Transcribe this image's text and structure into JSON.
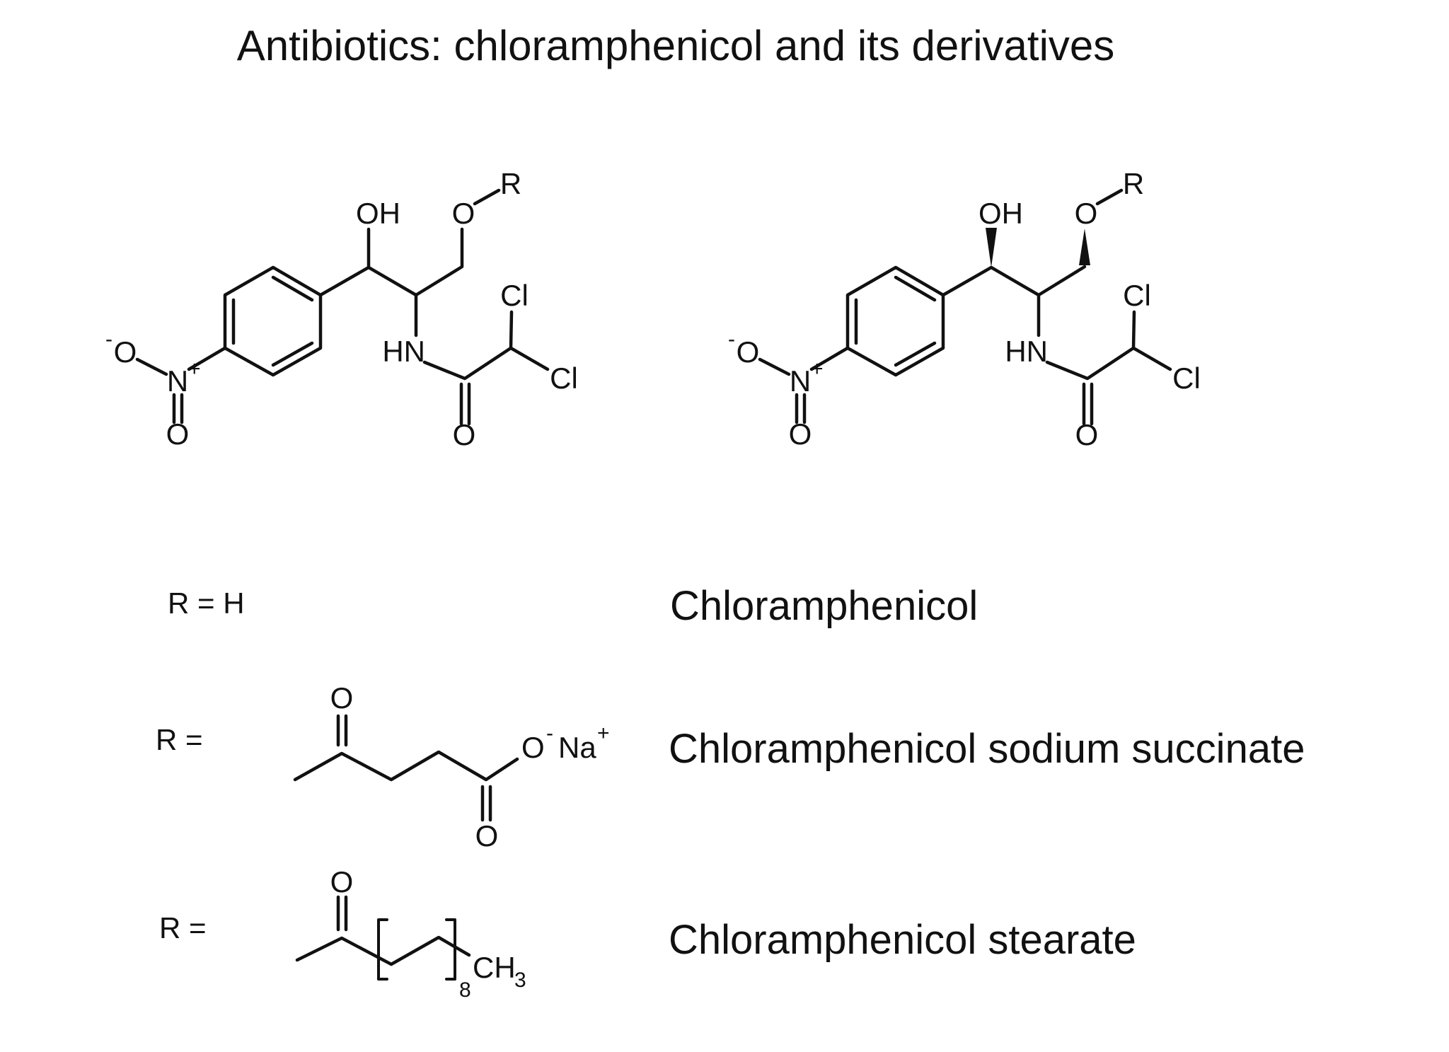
{
  "title": "Antibiotics: chloramphenicol and its derivatives",
  "colors": {
    "ink": "#111111",
    "background": "#ffffff"
  },
  "atoms": {
    "oh": "OH",
    "o": "O",
    "r": "R",
    "cl": "Cl",
    "hn": "HN",
    "n": "N",
    "na": "Na",
    "ch": "CH",
    "plus": "+",
    "minus": "-",
    "sub3": "3",
    "sub8": "8"
  },
  "rows": [
    {
      "r_label": "R = H",
      "name": "Chloramphenicol"
    },
    {
      "r_label": "R =",
      "name": "Chloramphenicol sodium succinate"
    },
    {
      "r_label": "R =",
      "name": "Chloramphenicol stearate"
    }
  ]
}
